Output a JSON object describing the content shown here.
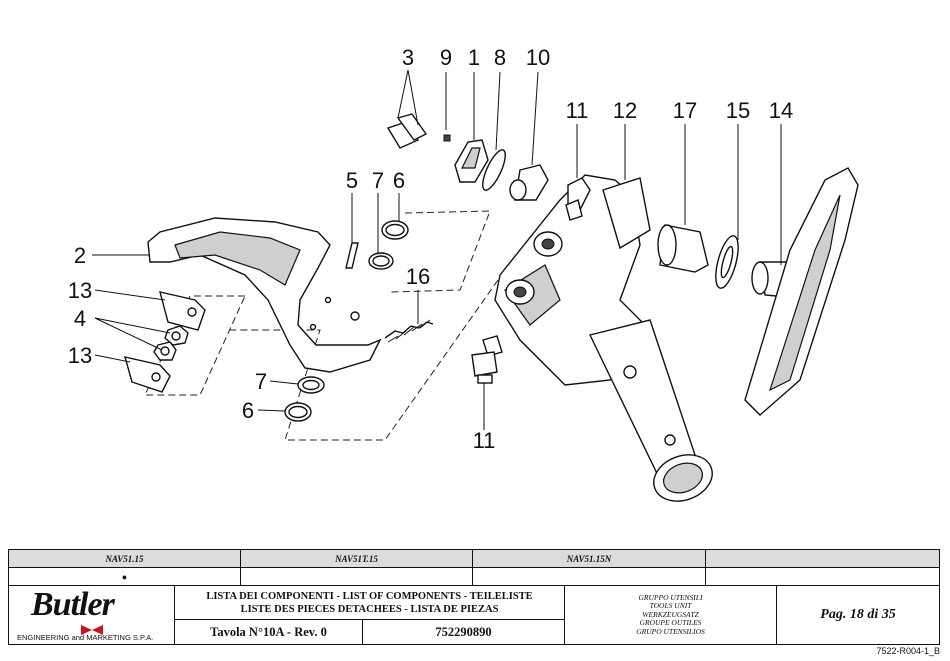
{
  "callouts": {
    "c3": "3",
    "c9": "9",
    "c1": "1",
    "c8": "8",
    "c10": "10",
    "c11a": "11",
    "c12": "12",
    "c17": "17",
    "c15": "15",
    "c14": "14",
    "c5": "5",
    "c7a": "7",
    "c6a": "6",
    "c16": "16",
    "c2": "2",
    "c13a": "13",
    "c4": "4",
    "c13b": "13",
    "c7b": "7",
    "c6b": "6",
    "c11b": "11"
  },
  "title_block": {
    "models": [
      "NAV51.15",
      "NAV51T.15",
      "NAV51.15N",
      ""
    ],
    "applicability_mark": "●",
    "brand": "Butler",
    "brand_subtitle": "ENGINEERING and MARKETING S.P.A.",
    "component_list_line1": "LISTA DEI COMPONENTI - LIST OF COMPONENTS - TEILELISTE",
    "component_list_line2": "LISTE DES PIECES DETACHEES - LISTA DE PIEZAS",
    "table": "Tavola N°10A - Rev. 0",
    "code": "752290890",
    "tool_group": [
      "GRUPPO UTENSILI",
      "TOOLS UNIT",
      "WERKZEUGSATZ",
      "GROUPE OUTILES",
      "GRUPO UTENSILIOS"
    ],
    "page": "Pag. 18 di 35"
  },
  "doc_ref": "7522-R004-1_B"
}
